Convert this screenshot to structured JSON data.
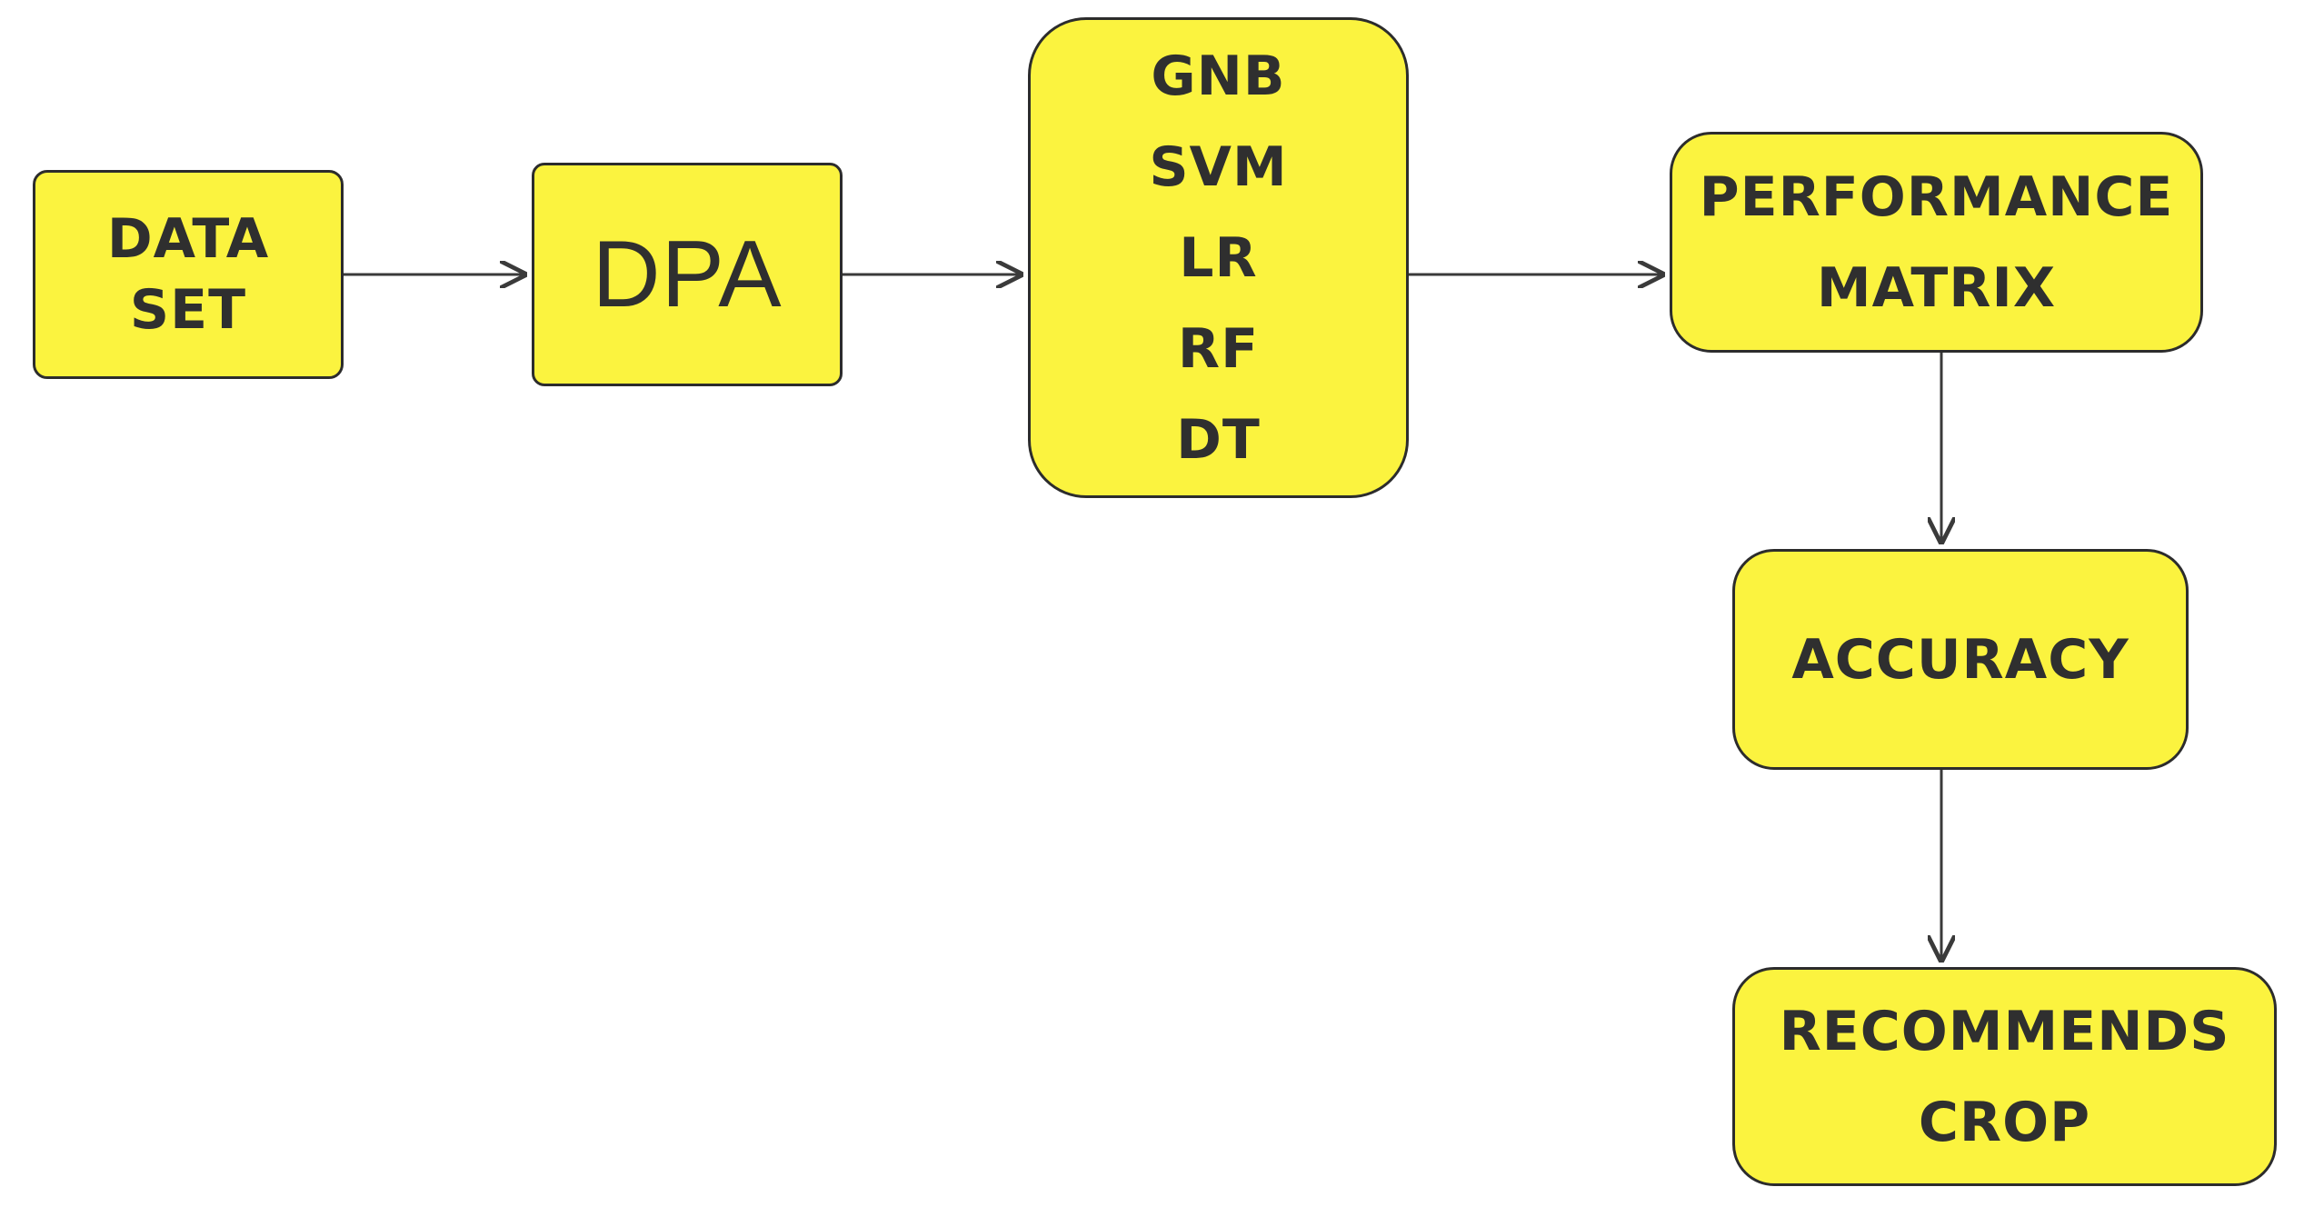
{
  "diagram": {
    "nodes": {
      "dataset": {
        "lines": [
          "DATA",
          "SET"
        ]
      },
      "dpa": {
        "label": "DPA"
      },
      "models": {
        "lines": [
          "GNB",
          "SVM",
          "LR",
          "RF",
          "DT"
        ]
      },
      "performance": {
        "lines": [
          "PERFORMANCE",
          "MATRIX"
        ]
      },
      "accuracy": {
        "label": "ACCURACY"
      },
      "recommends": {
        "lines": [
          "RECOMMENDS",
          "CROP"
        ]
      }
    },
    "edges": [
      {
        "from": "dataset",
        "to": "dpa"
      },
      {
        "from": "dpa",
        "to": "models"
      },
      {
        "from": "models",
        "to": "performance"
      },
      {
        "from": "performance",
        "to": "accuracy"
      },
      {
        "from": "accuracy",
        "to": "recommends"
      }
    ],
    "colors": {
      "node_fill": "#fbf33f",
      "node_border": "#2c2c2c",
      "text": "#2f2f2f",
      "edge": "#3a3a3a",
      "background": "#ffffff"
    }
  }
}
